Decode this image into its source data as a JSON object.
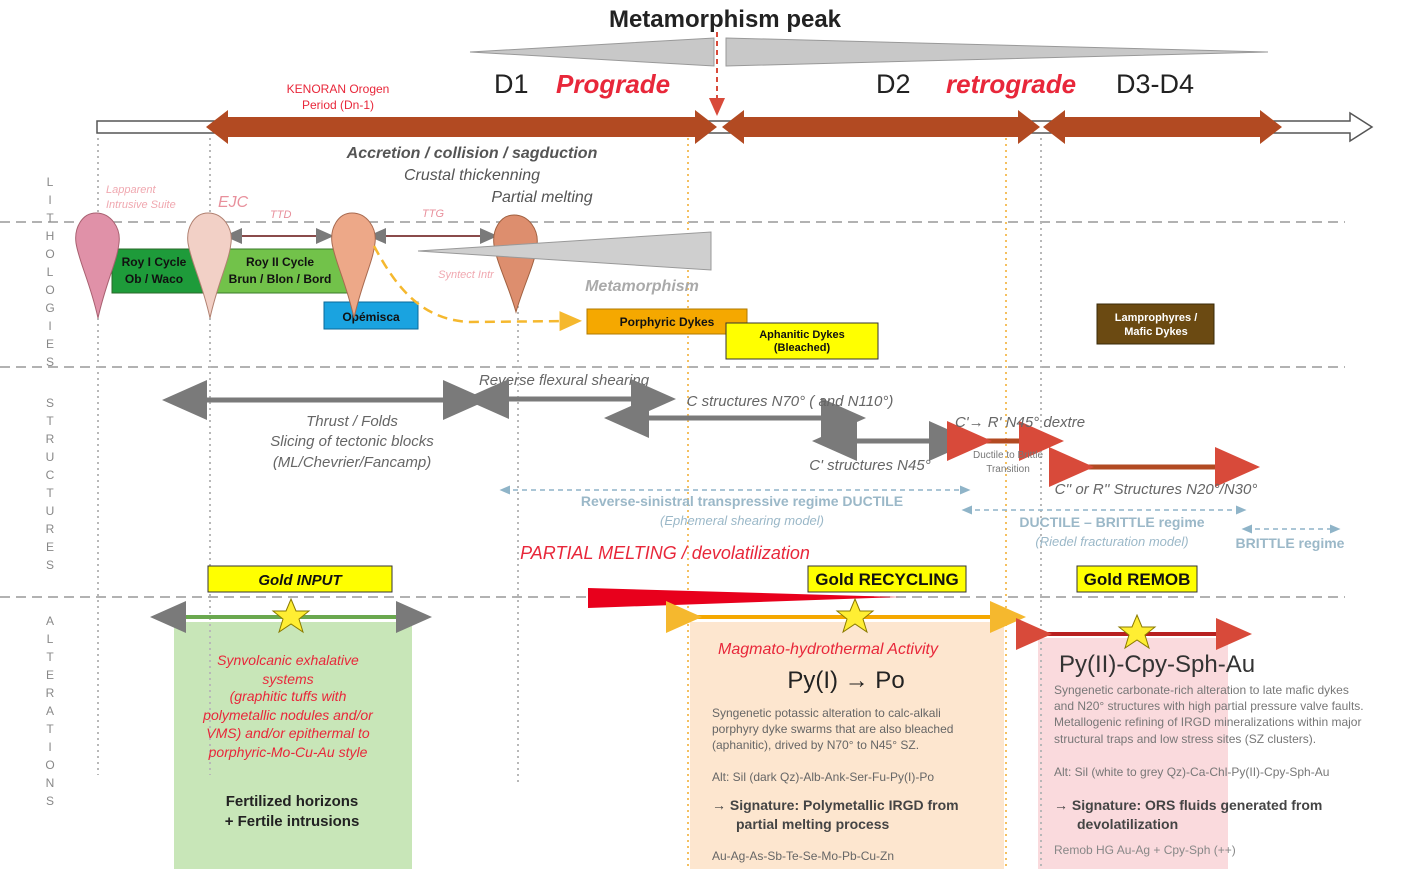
{
  "header": {
    "peak": "Metamorphism peak",
    "d1": "D1",
    "prograde": "Prograde",
    "d2": "D2",
    "retrograde": "retrograde",
    "d34": "D3-D4",
    "kenoran_1": "KENORAN Orogen",
    "kenoran_2": "Period (Dn-1)",
    "accretion": "Accretion / collision / sagduction",
    "crustal": "Crustal thickenning",
    "partial_melting": "Partial melting"
  },
  "side_labels": {
    "lithologies": [
      "L",
      "I",
      "T",
      "H",
      "O",
      "L",
      "O",
      "G",
      "I",
      "E",
      "S"
    ],
    "structures": [
      "S",
      "T",
      "R",
      "U",
      "C",
      "T",
      "U",
      "R",
      "E",
      "S"
    ],
    "alterations": [
      "A",
      "L",
      "T",
      "E",
      "R",
      "A",
      "T",
      "I",
      "O",
      "N",
      "S"
    ]
  },
  "lithologies": {
    "lapparent_1": "Lapparent",
    "lapparent_2": "Intrusive Suite",
    "ejc": "EJC",
    "ttd": "TTD",
    "ttg": "TTG",
    "roy1_1": "Roy I Cycle",
    "roy1_2": "Ob / Waco",
    "roy2_1": "Roy II Cycle",
    "roy2_2": "Brun / Blon / Bord",
    "opemisca": "Opémisca",
    "syntect": "Syntect Intr",
    "metamorphism": "Metamorphism",
    "porphyric": "Porphyric Dykes",
    "aphanitic_1": "Aphanitic Dykes",
    "aphanitic_2": "(Bleached)",
    "lamp_1": "Lamprophyres /",
    "lamp_2": "Mafic Dykes"
  },
  "structures": {
    "reverse_flexural": "Reverse flexural shearing",
    "thrust": "Thrust / Folds",
    "slicing": "Slicing of tectonic blocks",
    "ml": "(ML/Chevrier/Fancamp)",
    "c_struct": "C structures N70° ( and N110°)",
    "c_prime": "C' structures N45°",
    "cr": "C'→ R' N45° dextre",
    "ductile_brittle_1": "Ductile to Brittle",
    "ductile_brittle_2": "Transition",
    "c2": "C'' or R'' Structures N20°/N30°",
    "rev_sin": "Reverse-sinistral transpressive regime DUCTILE",
    "ephemeral": "(Ephemeral shearing model)",
    "db_regime": "DUCTILE – BRITTLE regime",
    "riedel": "(Riedel fracturation model)",
    "brittle": "BRITTLE regime",
    "partial_melt": "PARTIAL MELTING / devolatilization"
  },
  "alterations": {
    "gold_input": "Gold INPUT",
    "gold_recycling": "Gold RECYCLING",
    "gold_remob": "Gold REMOB",
    "syn": [
      "Synvolcanic exhalative",
      "systems",
      "(graphitic tuffs with",
      "polymetallic nodules and/or",
      "VMS) and/or epithermal to",
      "porphyric-Mo-Cu-Au style"
    ],
    "fert_1": "Fertilized horizons",
    "fert_2": "+ Fertile intrusions",
    "magmato": "Magmato-hydrothermal Activity",
    "pypo": "Py(I) → Po",
    "syn_potassic": [
      "Syngenetic potassic alteration to calc-alkali",
      "porphyry dyke swarms that are also bleached",
      "(aphanitic), drived by N70° to N45° SZ."
    ],
    "alt1": "Alt: Sil (dark Qz)-Alb-Ank-Ser-Fu-Py(I)-Po",
    "sig1": [
      "→  Signature: Polymetallic IRGD from",
      "partial melting process"
    ],
    "elements": "Au-Ag-As-Sb-Te-Se-Mo-Pb-Cu-Zn",
    "pycpy": "Py(II)-Cpy-Sph-Au",
    "syn_carb": [
      "Syngenetic carbonate-rich alteration to late mafic dykes",
      "and N20° structures with high partial pressure valve faults.",
      "Metallogenic refining of IRGD mineralizations within major",
      "structural traps and low stress sites (SZ clusters)."
    ],
    "alt2": "Alt: Sil (white to grey Qz)-Ca-Chl-Py(II)-Cpy-Sph-Au",
    "sig2": [
      "→  Signature: ORS fluids generated from",
      "devolatilization"
    ],
    "remob": "Remob HG Au-Ag + Cpy-Sph (++)"
  },
  "colors": {
    "orogen": "#b24a22",
    "green_dark": "#1e9b3a",
    "green_light": "#72c24a",
    "cyan": "#1aa3e0",
    "orange": "#f5a800",
    "yellow": "#ffff00",
    "brown": "#6b4a12",
    "red": "#e8273a",
    "pink": "#e8a0a8",
    "grey": "#7a7a7a"
  }
}
